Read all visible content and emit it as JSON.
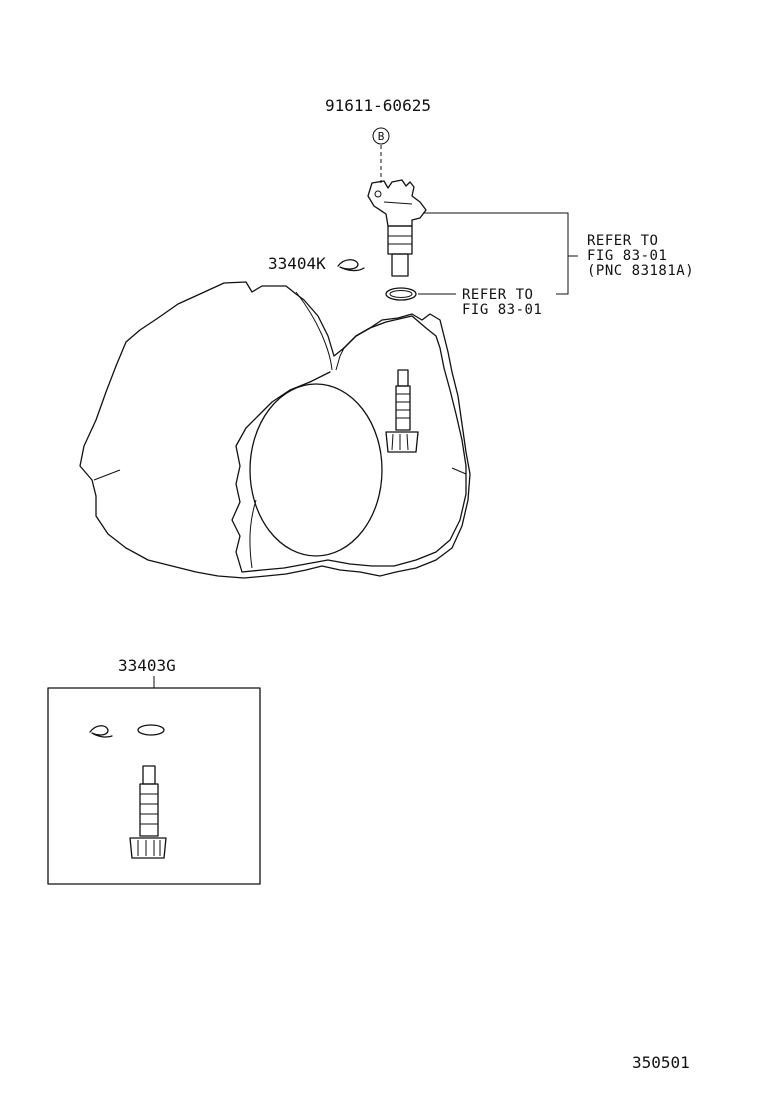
{
  "labels": {
    "bolt_part": "91611-60625",
    "bolt_marker": "B",
    "clip_part": "33404K",
    "sensor_ref_line1": "REFER TO",
    "sensor_ref_line2": "FIG 83-01",
    "sensor_ref_line3": "(PNC 83181A)",
    "oring_ref_line1": "REFER TO",
    "oring_ref_line2": "FIG 83-01",
    "gear_kit_part": "33403G",
    "figure_number": "350501"
  }
}
